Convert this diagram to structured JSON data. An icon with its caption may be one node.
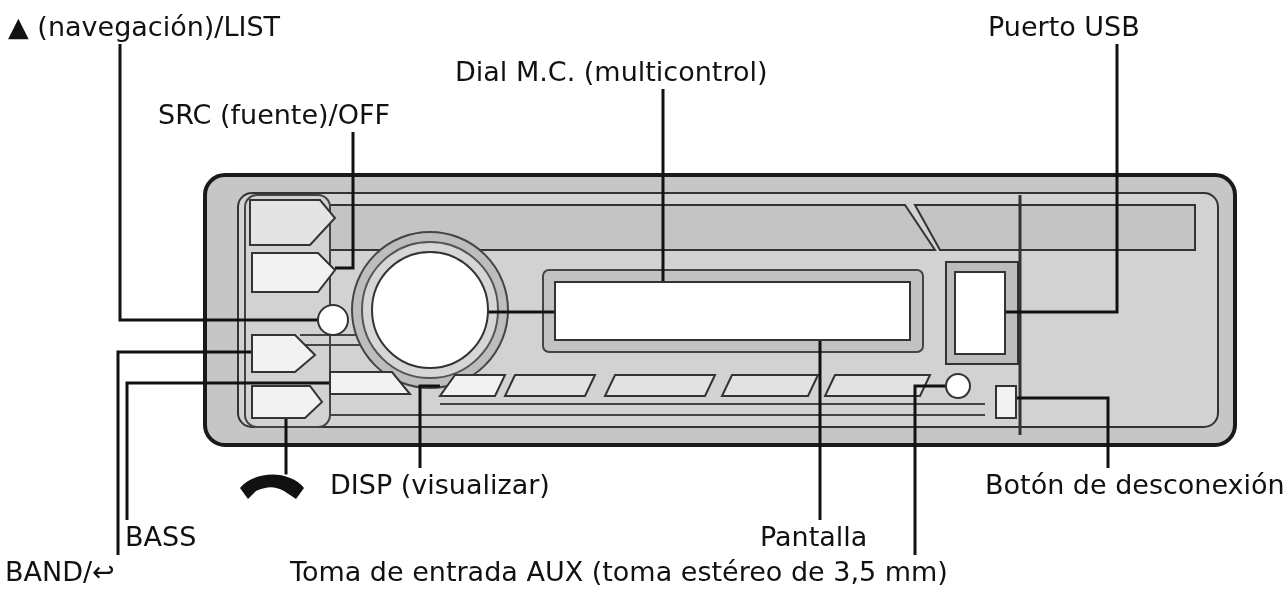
{
  "diagram": {
    "nodes": [
      {
        "text": [
          "▲ (navegación)/LIST"
        ]
      },
      {
        "text": [
          "Puerto USB"
        ]
      },
      {
        "text": [
          "Dial M.C. (multicontrol)"
        ]
      },
      {
        "text": [
          "SRC (fuente)/OFF"
        ]
      },
      {
        "text": [
          "DISP (visualizar)"
        ]
      },
      {
        "text": [
          "Botón de desconexión"
        ]
      },
      {
        "text": [
          "BASS"
        ]
      },
      {
        "text": [
          "Pantalla"
        ]
      },
      {
        "text": [
          "BAND/↩"
        ]
      },
      {
        "text": [
          "Toma de entrada AUX (toma estéreo de 3,5 mm)"
        ]
      },
      {
        "text": [],
        "shape": "handset"
      },
      {
        "text": [],
        "shape": "circle"
      },
      {
        "text": [],
        "shape": "box"
      },
      {
        "text": [],
        "shape": "circle"
      },
      {
        "text": [],
        "shape": "box"
      },
      {
        "text": [],
        "shape": "box"
      },
      {
        "text": [],
        "shape": "box"
      },
      {
        "text": [],
        "shape": "box"
      },
      {
        "text": [],
        "shape": "box"
      },
      {
        "text": [],
        "shape": "box"
      },
      {
        "text": [],
        "shape": "circle"
      },
      {
        "text": [],
        "shape": "box"
      }
    ],
    "edges": [
      {
        "from": 0,
        "to": 11,
        "arrow": "none"
      },
      {
        "from": 1,
        "to": 12,
        "arrow": "none"
      },
      {
        "from": 2,
        "to": 13,
        "arrow": "none"
      },
      {
        "from": 3,
        "to": 14,
        "arrow": "none"
      },
      {
        "from": 4,
        "to": 15,
        "arrow": "none"
      },
      {
        "from": 5,
        "to": 16,
        "arrow": "none"
      },
      {
        "from": 6,
        "to": 17,
        "arrow": "none"
      },
      {
        "from": 7,
        "to": 18,
        "arrow": "none"
      },
      {
        "from": 8,
        "to": 19,
        "arrow": "none"
      },
      {
        "from": 9,
        "to": 20,
        "arrow": "none"
      },
      {
        "from": 10,
        "to": 21,
        "arrow": "none"
      }
    ]
  }
}
